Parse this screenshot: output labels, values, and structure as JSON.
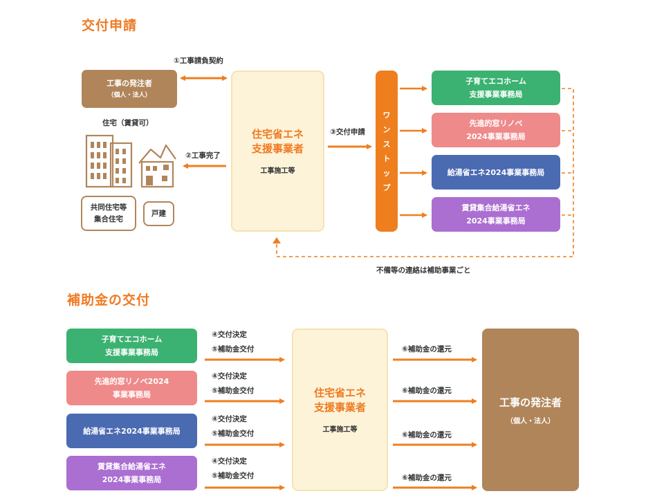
{
  "colors": {
    "accent_orange": "#ee7a22",
    "brown": "#b0855a",
    "green": "#3bb271",
    "pink": "#ef8a8a",
    "blue": "#4a6ab2",
    "purple": "#ab6ed1",
    "central_fill": "#fdf3d8"
  },
  "section1": {
    "title": "交付申請",
    "orderer": {
      "line1": "工事の発注者",
      "line2": "（個人・法人）"
    },
    "housing_label": "住宅（賃貸可）",
    "collective_box": {
      "line1": "共同住宅等",
      "line2": "集合住宅"
    },
    "detached_box": "戸建",
    "arrow1_label": "①工事請負契約",
    "arrow2_label": "②工事完了",
    "arrow3_label": "③交付申請",
    "central": {
      "line1": "住宅省エネ",
      "line2": "支援事業者",
      "sub": "工事施工等"
    },
    "onestop_chars": [
      "ワ",
      "ン",
      "ス",
      "ト",
      "ッ",
      "プ"
    ],
    "offices": [
      {
        "line1": "子育てエコホーム",
        "line2": "支援事業事務局",
        "color": "#3bb271"
      },
      {
        "line1": "先進的窓リノベ",
        "line2": "2024事業事務局",
        "color": "#ef8a8a"
      },
      {
        "line1": "給湯省エネ2024事業事務局",
        "line2": "",
        "color": "#4a6ab2"
      },
      {
        "line1": "賃貸集合給湯省エネ",
        "line2": "2024事業事務局",
        "color": "#ab6ed1"
      }
    ],
    "feedback_label": "不備等の連絡は補助事業ごと"
  },
  "section2": {
    "title": "補助金の交付",
    "offices": [
      {
        "line1": "子育てエコホーム",
        "line2": "支援事業事務局",
        "color": "#3bb271"
      },
      {
        "line1": "先進的窓リノベ2024",
        "line2": "事業事務局",
        "color": "#ef8a8a"
      },
      {
        "line1": "給湯省エネ2024事業事務局",
        "line2": "",
        "color": "#4a6ab2"
      },
      {
        "line1": "賃貸集合給湯省エネ",
        "line2": "2024事業事務局",
        "color": "#ab6ed1"
      }
    ],
    "decision_label": "④交付決定",
    "grant_label": "⑤補助金交付",
    "return_label": "⑥補助金の還元",
    "central": {
      "line1": "住宅省エネ",
      "line2": "支援事業者",
      "sub": "工事施工等"
    },
    "recipient": {
      "title": "工事の発注者",
      "sub": "（個人・法人）"
    }
  }
}
